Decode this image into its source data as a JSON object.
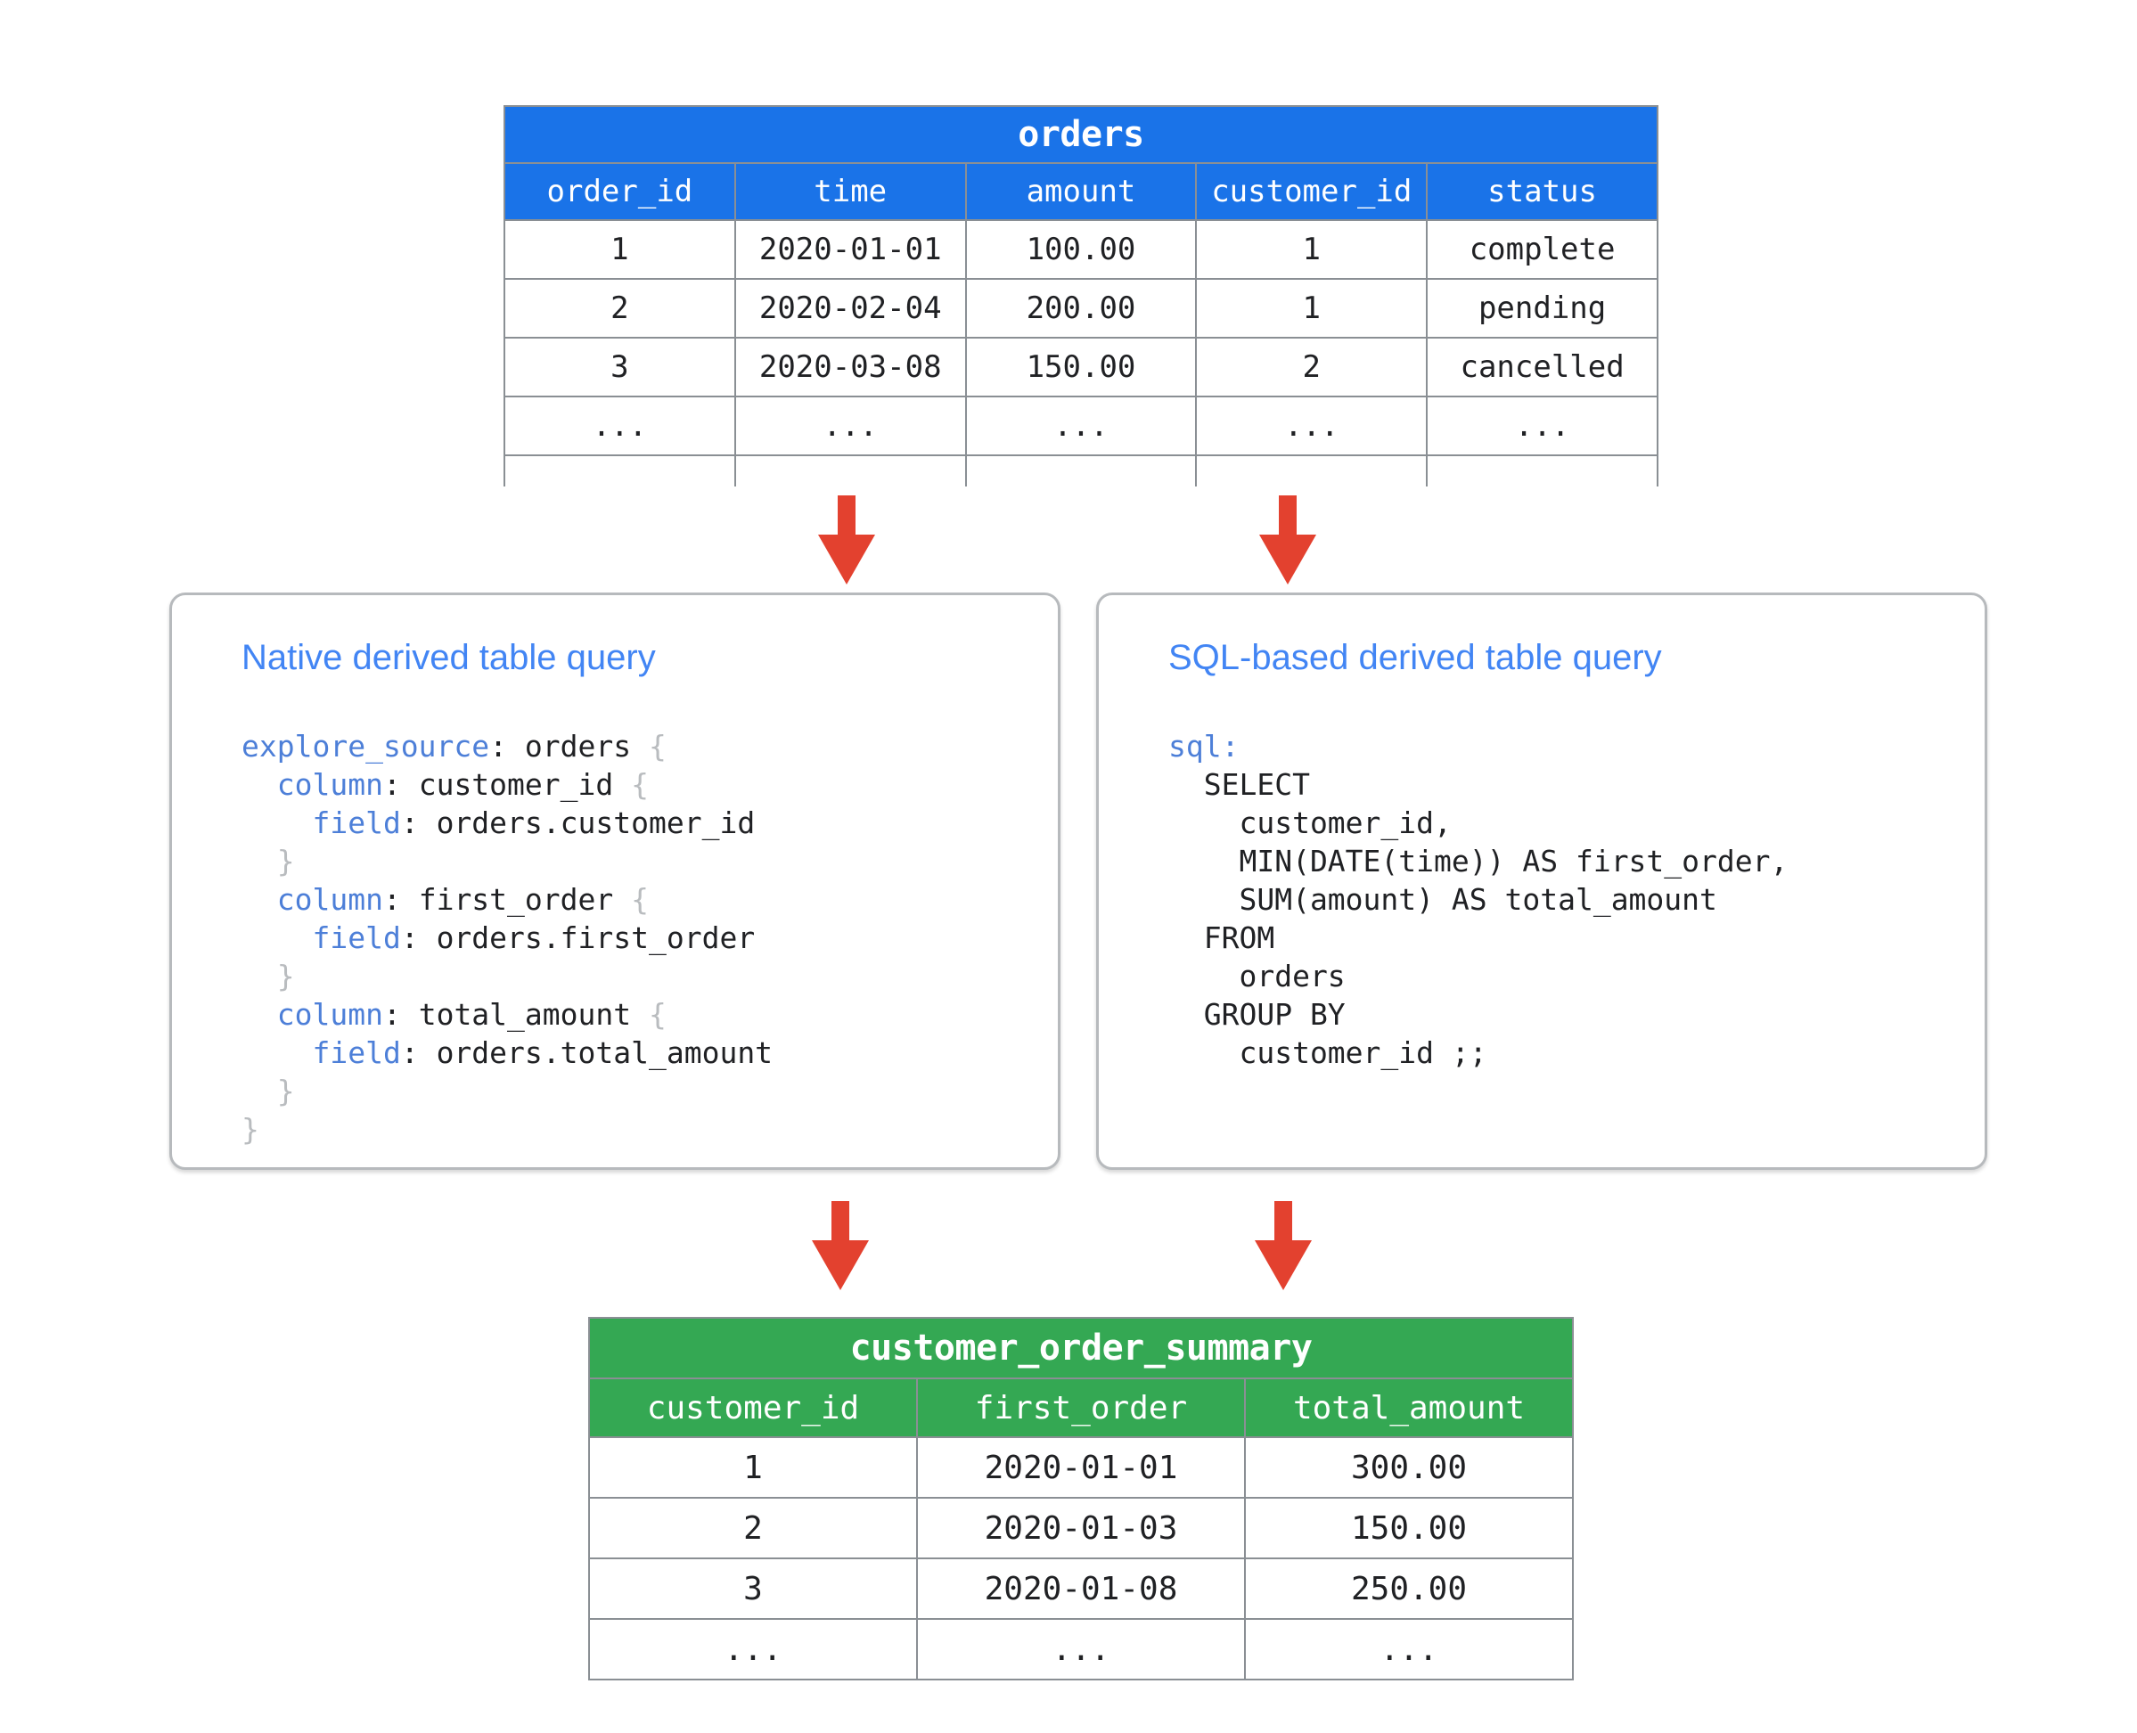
{
  "source_table": {
    "name": "orders",
    "columns": [
      "order_id",
      "time",
      "amount",
      "customer_id",
      "status"
    ],
    "rows": [
      [
        "1",
        "2020-01-01",
        "100.00",
        "1",
        "complete"
      ],
      [
        "2",
        "2020-02-04",
        "200.00",
        "1",
        "pending"
      ],
      [
        "3",
        "2020-03-08",
        "150.00",
        "2",
        "cancelled"
      ],
      [
        "...",
        "...",
        "...",
        "...",
        "..."
      ]
    ]
  },
  "native_panel": {
    "heading": "Native derived table query",
    "code_lines": [
      [
        {
          "t": "explore_source",
          "c": "kw"
        },
        {
          "t": ": orders ",
          "c": ""
        },
        {
          "t": "{",
          "c": "brace"
        }
      ],
      [
        {
          "t": "  ",
          "c": ""
        },
        {
          "t": "column",
          "c": "kw"
        },
        {
          "t": ": customer_id ",
          "c": ""
        },
        {
          "t": "{",
          "c": "brace"
        }
      ],
      [
        {
          "t": "    ",
          "c": ""
        },
        {
          "t": "field",
          "c": "kw"
        },
        {
          "t": ": orders.customer_id",
          "c": ""
        }
      ],
      [
        {
          "t": "  ",
          "c": ""
        },
        {
          "t": "}",
          "c": "brace"
        }
      ],
      [
        {
          "t": "  ",
          "c": ""
        },
        {
          "t": "column",
          "c": "kw"
        },
        {
          "t": ": first_order ",
          "c": ""
        },
        {
          "t": "{",
          "c": "brace"
        }
      ],
      [
        {
          "t": "    ",
          "c": ""
        },
        {
          "t": "field",
          "c": "kw"
        },
        {
          "t": ": orders.first_order",
          "c": ""
        }
      ],
      [
        {
          "t": "  ",
          "c": ""
        },
        {
          "t": "}",
          "c": "brace"
        }
      ],
      [
        {
          "t": "  ",
          "c": ""
        },
        {
          "t": "column",
          "c": "kw"
        },
        {
          "t": ": total_amount ",
          "c": ""
        },
        {
          "t": "{",
          "c": "brace"
        }
      ],
      [
        {
          "t": "    ",
          "c": ""
        },
        {
          "t": "field",
          "c": "kw"
        },
        {
          "t": ": orders.total_amount",
          "c": ""
        }
      ],
      [
        {
          "t": "  ",
          "c": ""
        },
        {
          "t": "}",
          "c": "brace"
        }
      ],
      [
        {
          "t": "}",
          "c": "brace"
        }
      ]
    ]
  },
  "sql_panel": {
    "heading": "SQL-based derived table query",
    "code_lines": [
      [
        {
          "t": "sql",
          "c": "kw"
        },
        {
          "t": ":",
          "c": "kw"
        }
      ],
      [
        {
          "t": "  SELECT",
          "c": ""
        }
      ],
      [
        {
          "t": "    customer_id,",
          "c": ""
        }
      ],
      [
        {
          "t": "    MIN(DATE(time)) AS first_order,",
          "c": ""
        }
      ],
      [
        {
          "t": "    SUM(amount) AS total_amount",
          "c": ""
        }
      ],
      [
        {
          "t": "  FROM",
          "c": ""
        }
      ],
      [
        {
          "t": "    orders",
          "c": ""
        }
      ],
      [
        {
          "t": "  GROUP BY",
          "c": ""
        }
      ],
      [
        {
          "t": "    customer_id ;;",
          "c": ""
        }
      ]
    ]
  },
  "result_table": {
    "name": "customer_order_summary",
    "columns": [
      "customer_id",
      "first_order",
      "total_amount"
    ],
    "rows": [
      [
        "1",
        "2020-01-01",
        "300.00"
      ],
      [
        "2",
        "2020-01-03",
        "150.00"
      ],
      [
        "3",
        "2020-01-08",
        "250.00"
      ],
      [
        "...",
        "...",
        "..."
      ]
    ]
  },
  "colors": {
    "source_header": "#1A73E8",
    "result_header": "#34A853",
    "arrow": "#E3412F",
    "heading": "#4285F4"
  },
  "arrows": [
    {
      "name": "arrow-orders-to-native"
    },
    {
      "name": "arrow-orders-to-sql"
    },
    {
      "name": "arrow-native-to-summary"
    },
    {
      "name": "arrow-sql-to-summary"
    }
  ]
}
